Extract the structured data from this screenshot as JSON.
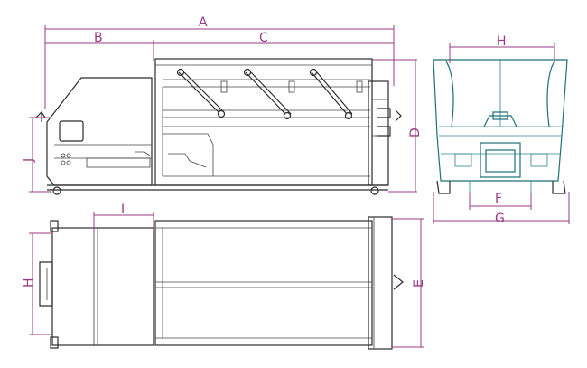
{
  "drawing": {
    "labels": {
      "A": "A",
      "B": "B",
      "C": "C",
      "D": "D",
      "E": "E",
      "F": "F",
      "G": "G",
      "H_front": "H",
      "H_top": "H",
      "I": "I",
      "J": "J"
    },
    "colors": {
      "dimension": "#9b3a86",
      "outline": "#2c2c2c",
      "front_view": "#1f6f78"
    }
  }
}
